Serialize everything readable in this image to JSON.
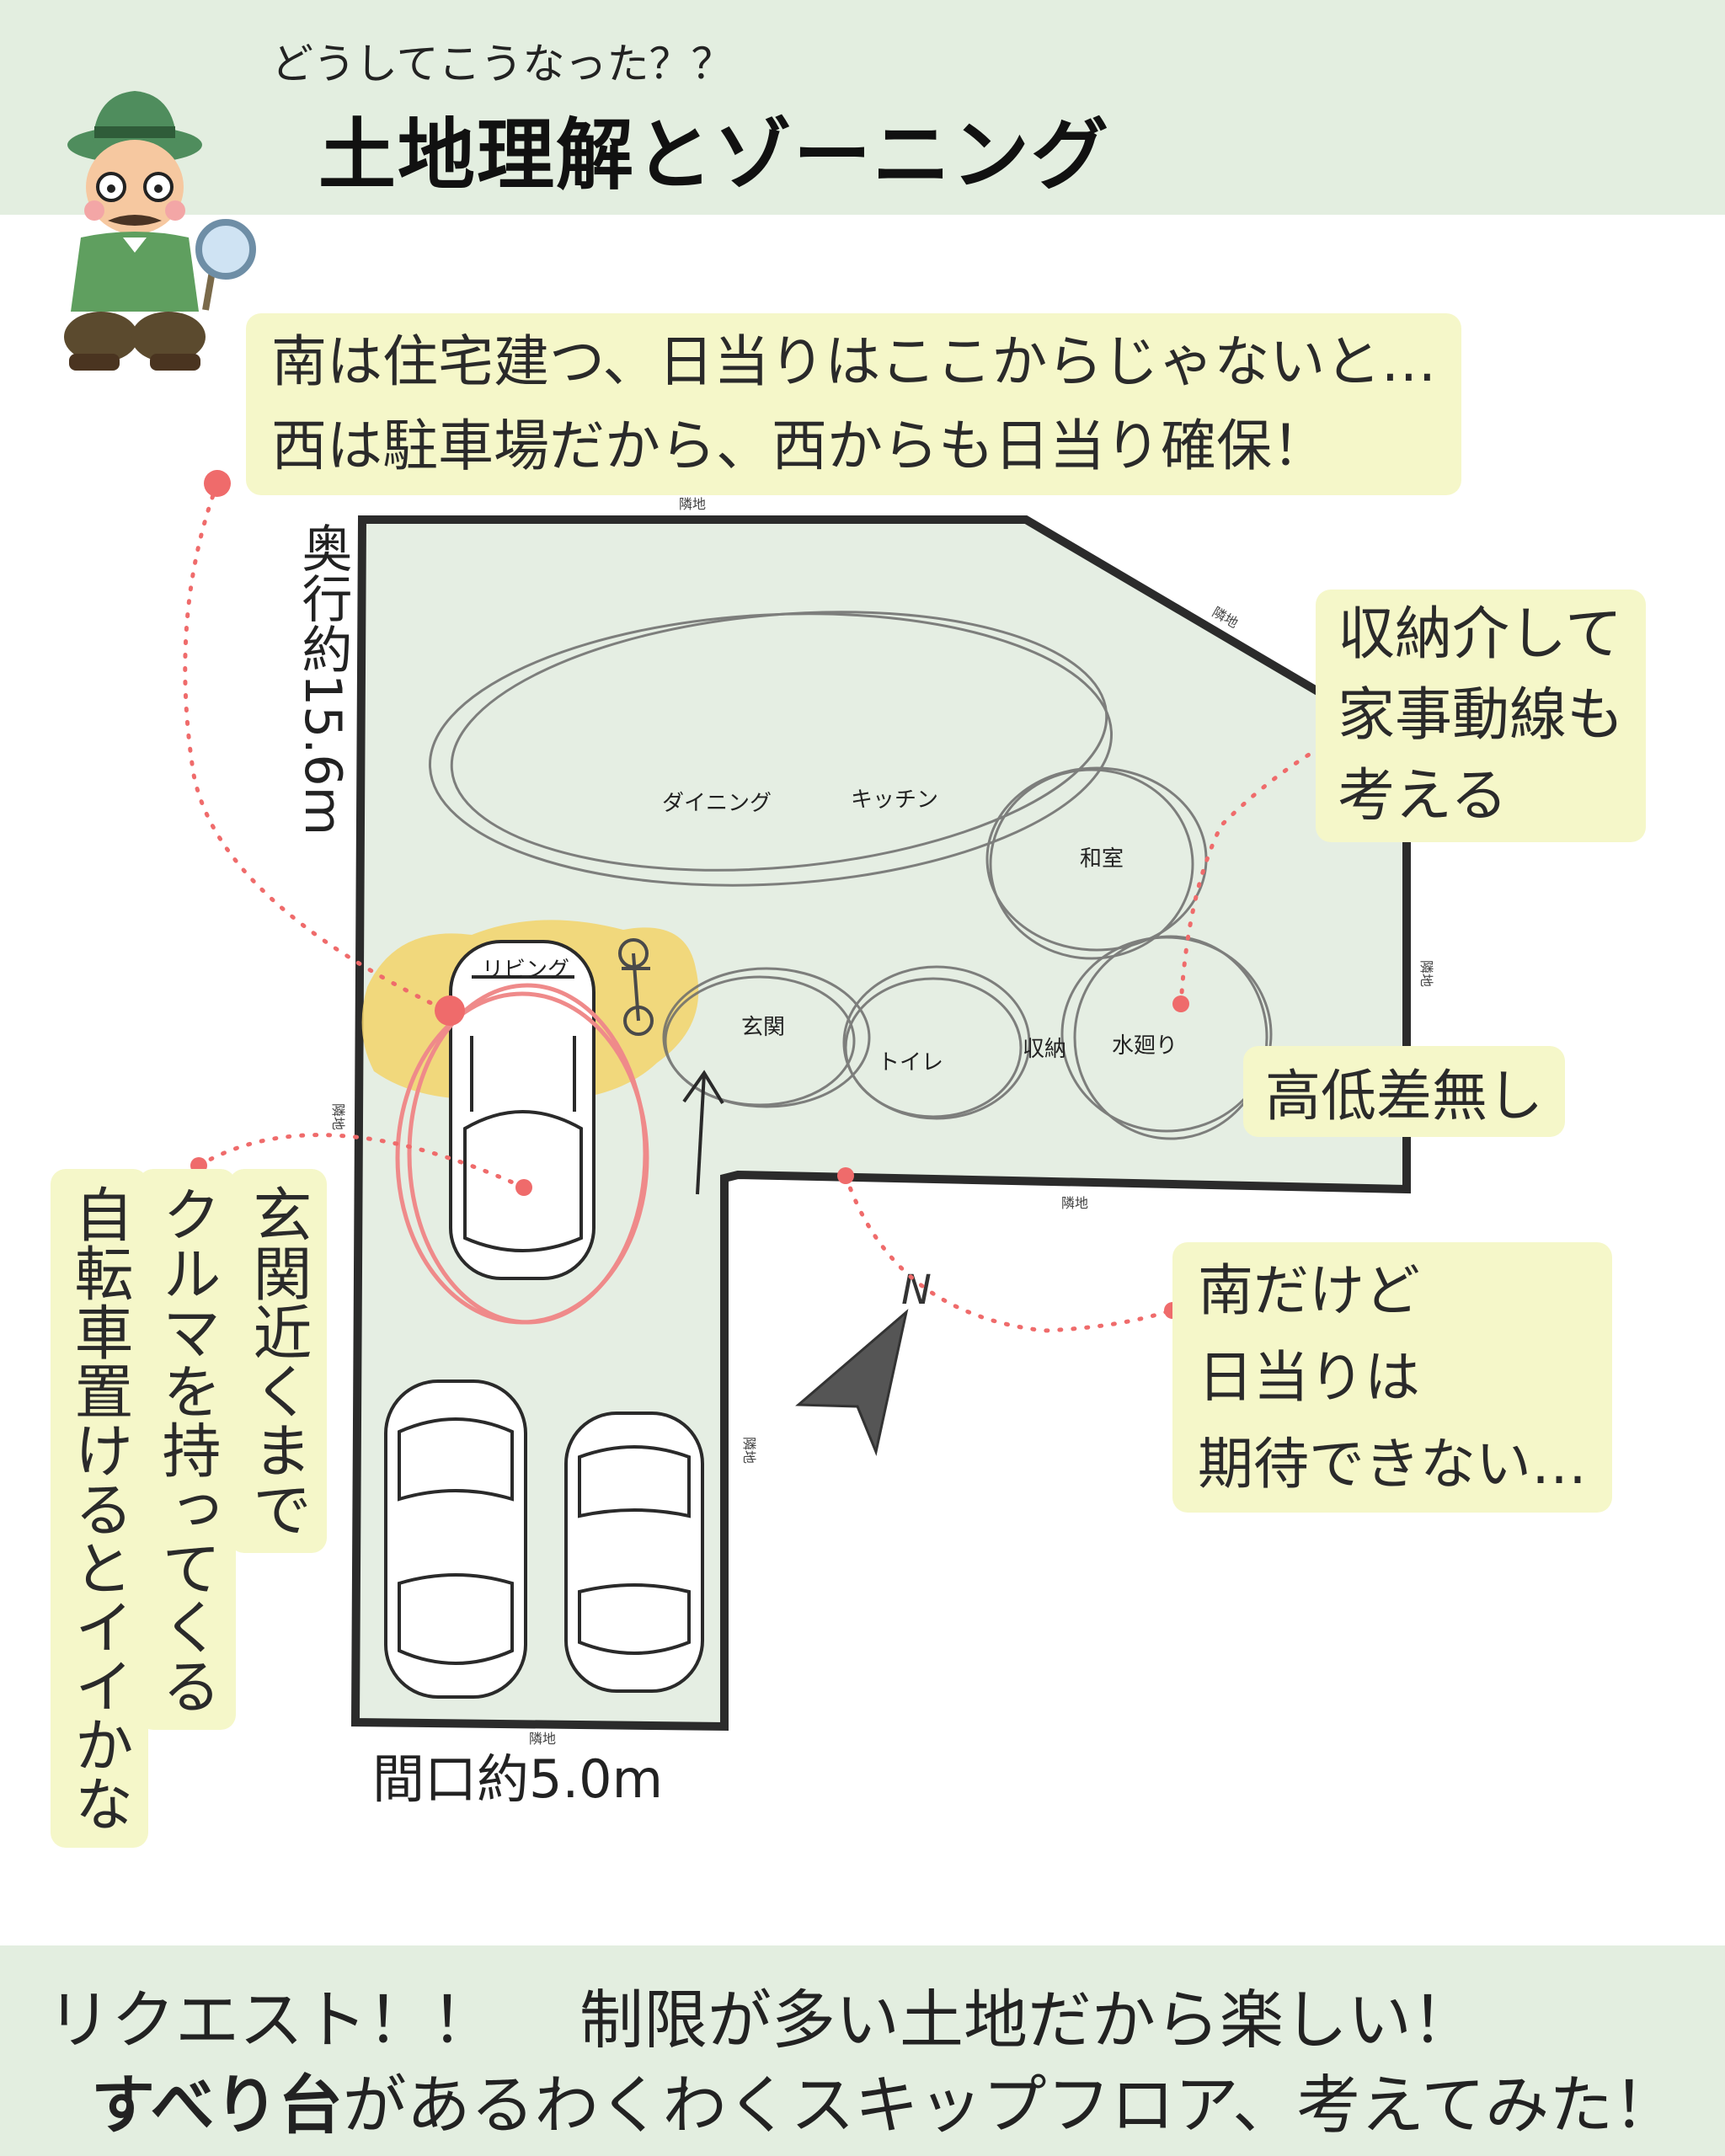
{
  "header": {
    "subtitle": "どうしてこうなった？？",
    "title": "土地理解とゾーニング"
  },
  "notes": {
    "top_line1": "南は住宅建つ、日当りはここからじゃないと…",
    "top_line2": "西は駐車場だから、西からも日当り確保！",
    "storage_line1": "収納介して",
    "storage_line2": "家事動線も",
    "storage_line3": "考える",
    "level": "高低差無し",
    "south_line1": "南だけど",
    "south_line2": "日当りは",
    "south_line3": "期待できない…",
    "vertical_line1": "玄関近くまで",
    "vertical_line2": "クルマを持ってくる",
    "vertical_line3": "自転車置けるとイイかな"
  },
  "dimensions": {
    "depth": "奥行約15.6m",
    "frontage": "間口約5.0m"
  },
  "neighbor_label": "隣地",
  "rooms": {
    "dining": "ダイニング",
    "kitchen": "キッチン",
    "washitsu": "和室",
    "living": "リビング",
    "entrance": "玄関",
    "toilet": "トイレ",
    "storage": "収納",
    "wet_area": "水廻り"
  },
  "compass": {
    "north": "N"
  },
  "footer": {
    "line1_part1": "リクエスト！！",
    "line1_part2": "制限が多い土地だから楽しい！",
    "line2_bold": "すべり台",
    "line2_rest": "があるわくわくスキップフロア、考えてみた！"
  },
  "colors": {
    "band": "#e3eee0",
    "note": "#f5f7c9",
    "lot_fill": "#e5eee3",
    "accent_dot": "#ef6b6b",
    "living_highlight": "#f3d46a"
  }
}
